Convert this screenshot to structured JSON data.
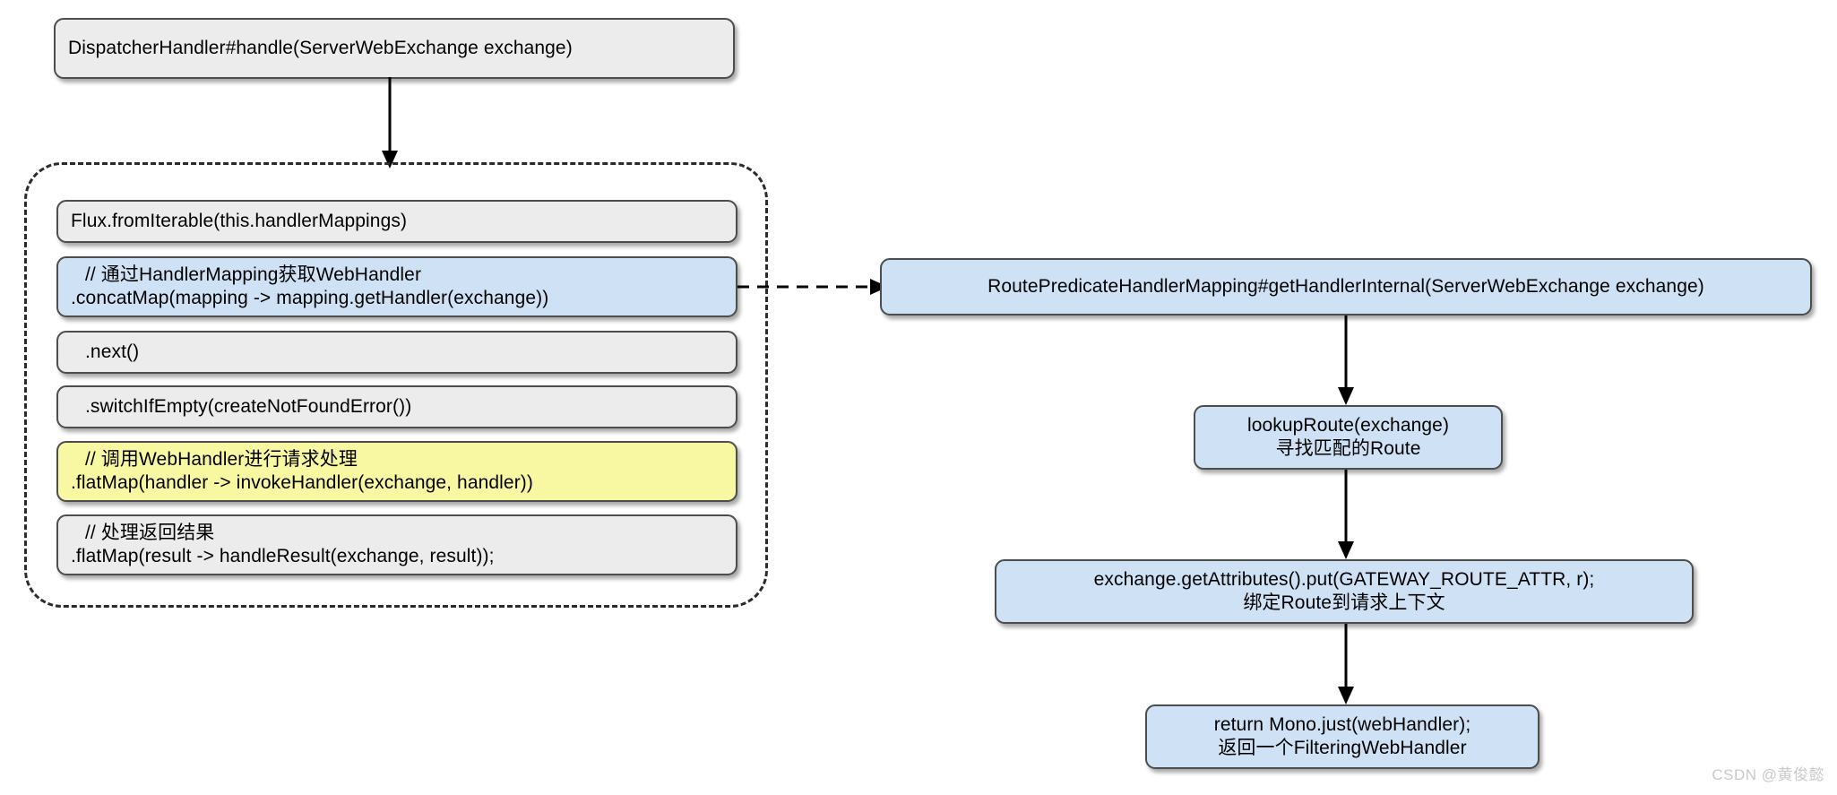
{
  "diagram": {
    "title": "Spring Cloud Gateway DispatcherHandler request handling flow",
    "colors": {
      "blue_fill": "#cfe2f5",
      "yellow_fill": "#f8f8a2",
      "grey_fill": "#ececec",
      "border": "#4d4d4d",
      "dashed_group_border": "#2b2b2b",
      "arrow": "#000000",
      "watermark": "#c9c9c9"
    },
    "watermark": "CSDN @黄俊懿"
  },
  "left_flow": {
    "entry_node": {
      "label": "DispatcherHandler#handle(ServerWebExchange exchange)",
      "fill": "grey"
    },
    "group_label": "",
    "steps": [
      {
        "id": "flux-from-iterable",
        "fill": "grey",
        "lines": [
          "Flux.fromIterable(this.handlerMappings)"
        ],
        "indent_first": false
      },
      {
        "id": "concat-map",
        "fill": "blue",
        "lines": [
          "// 通过HandlerMapping获取WebHandler",
          ".concatMap(mapping -> mapping.getHandler(exchange))"
        ],
        "indent_first": true
      },
      {
        "id": "next",
        "fill": "grey",
        "lines": [
          ".next()"
        ],
        "indent_first": true
      },
      {
        "id": "switch-if-empty",
        "fill": "grey",
        "lines": [
          ".switchIfEmpty(createNotFoundError())"
        ],
        "indent_first": true
      },
      {
        "id": "flat-map-invoke-handler",
        "fill": "yellow",
        "lines": [
          "// 调用WebHandler进行请求处理",
          ".flatMap(handler -> invokeHandler(exchange, handler))"
        ],
        "indent_first": true
      },
      {
        "id": "flat-map-handle-result",
        "fill": "grey",
        "lines": [
          "// 处理返回结果",
          ".flatMap(result -> handleResult(exchange, result));"
        ],
        "indent_first": true
      }
    ]
  },
  "right_flow": {
    "nodes": [
      {
        "id": "get-handler-internal",
        "fill": "blue",
        "lines": [
          "RoutePredicateHandlerMapping#getHandlerInternal(ServerWebExchange exchange)"
        ]
      },
      {
        "id": "lookup-route",
        "fill": "blue",
        "lines": [
          "lookupRoute(exchange)",
          "寻找匹配的Route"
        ]
      },
      {
        "id": "put-gateway-route-attr",
        "fill": "blue",
        "lines": [
          "exchange.getAttributes().put(GATEWAY_ROUTE_ATTR, r);",
          "绑定Route到请求上下文"
        ]
      },
      {
        "id": "return-mono-just",
        "fill": "blue",
        "lines": [
          "return Mono.just(webHandler);",
          "返回一个FilteringWebHandler"
        ]
      }
    ]
  },
  "connectors": [
    {
      "id": "entry-to-group",
      "style": "solid",
      "direction": "down"
    },
    {
      "id": "concatmap-to-gethandlerinternal",
      "style": "dashed",
      "direction": "right"
    },
    {
      "id": "gethandlerinternal-to-lookuproute",
      "style": "solid",
      "direction": "down"
    },
    {
      "id": "lookuproute-to-putattr",
      "style": "solid",
      "direction": "down"
    },
    {
      "id": "putattr-to-returnmono",
      "style": "solid",
      "direction": "down"
    }
  ]
}
